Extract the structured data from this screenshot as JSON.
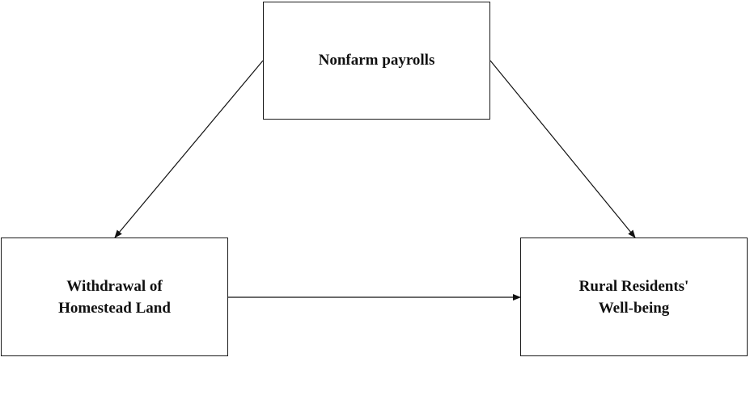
{
  "diagram": {
    "nodes": {
      "mediator": {
        "lines": [
          "Nonfarm payrolls"
        ]
      },
      "independent": {
        "lines": [
          "Withdrawal of",
          "Homestead Land"
        ]
      },
      "dependent": {
        "lines": [
          "Rural Residents'",
          "Well-being"
        ]
      }
    },
    "edges": [
      {
        "from": "mediator",
        "to": "independent"
      },
      {
        "from": "mediator",
        "to": "dependent"
      },
      {
        "from": "independent",
        "to": "dependent"
      }
    ]
  }
}
